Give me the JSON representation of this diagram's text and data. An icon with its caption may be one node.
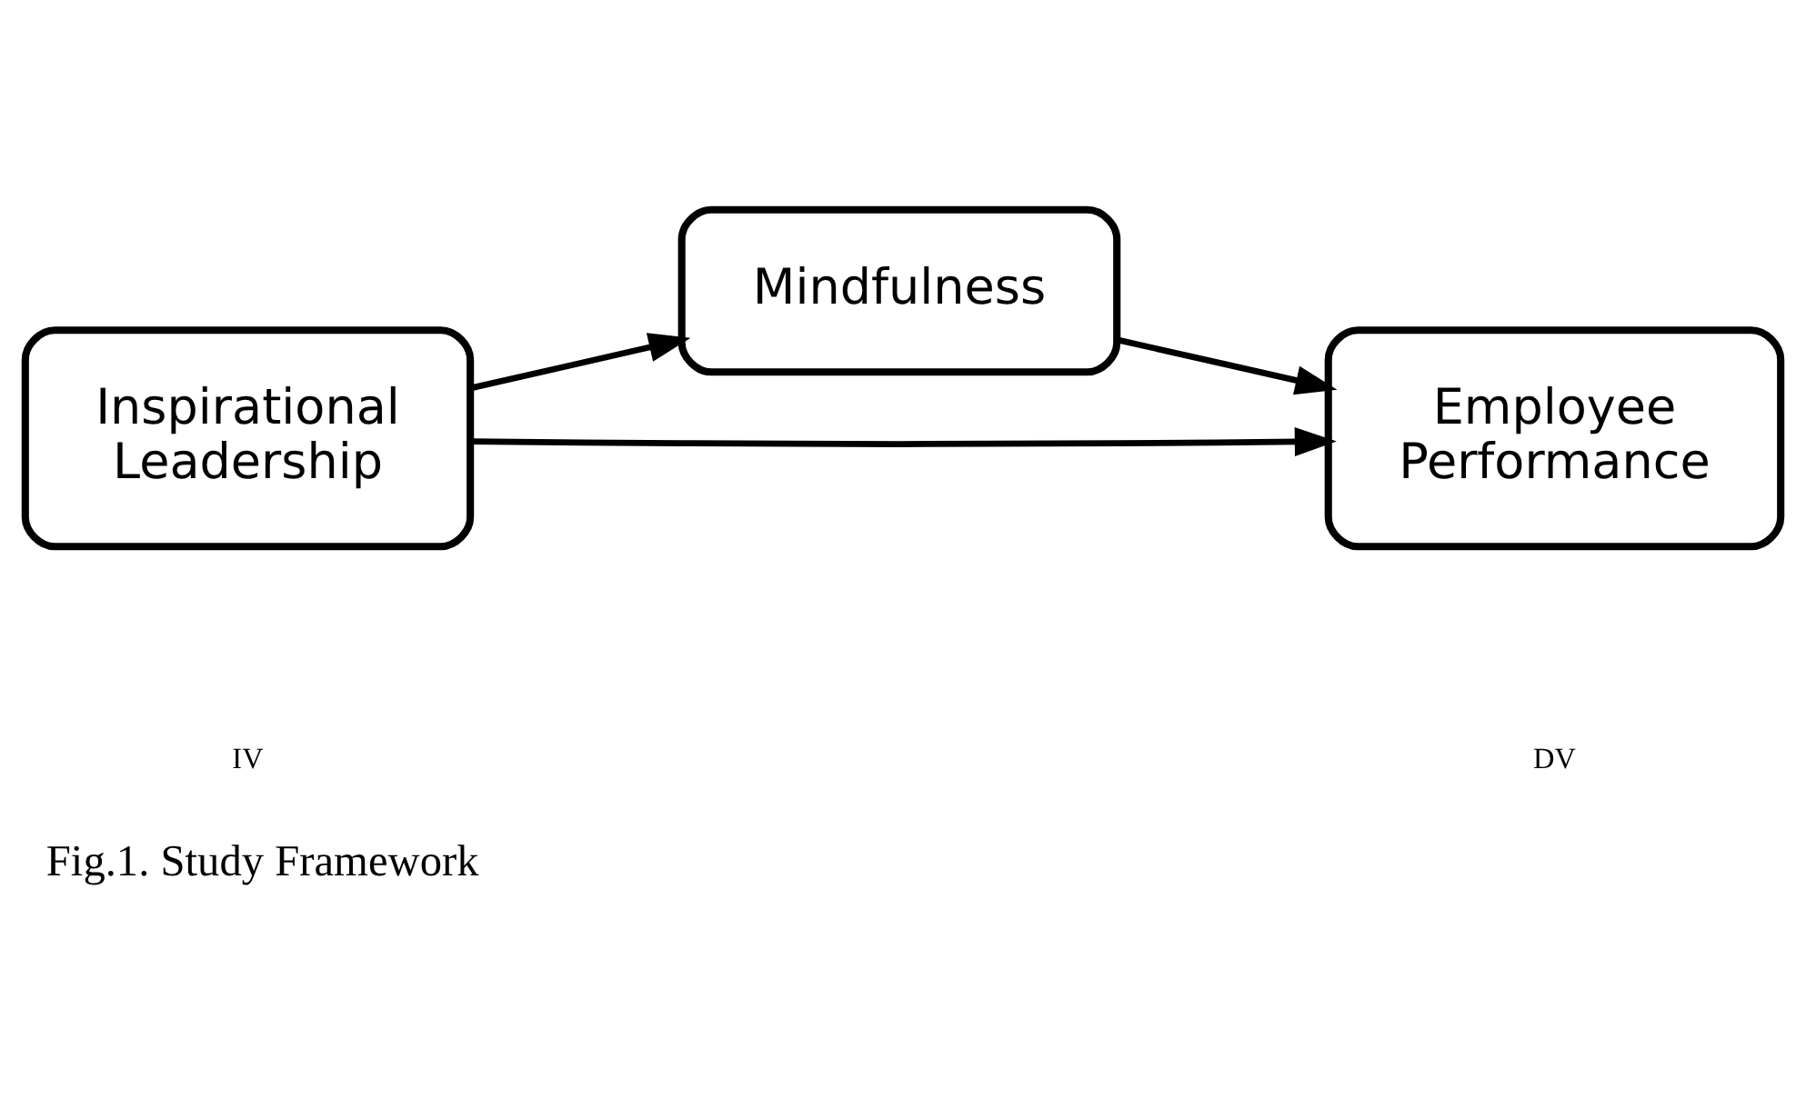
{
  "diagram": {
    "caption": "Fig.1. Study Framework",
    "nodes": [
      {
        "text": [
          "Mindfulness"
        ]
      },
      {
        "text": [
          "Inspirational Leadership"
        ]
      },
      {
        "text": [
          "Employee Performance"
        ]
      }
    ],
    "edges": [
      {
        "from": 1,
        "to": 0,
        "arrow": "to"
      },
      {
        "from": 0,
        "to": 2,
        "arrow": "to"
      },
      {
        "from": 1,
        "to": 2,
        "arrow": "to"
      }
    ],
    "labels": [
      "IV",
      "DV"
    ]
  }
}
